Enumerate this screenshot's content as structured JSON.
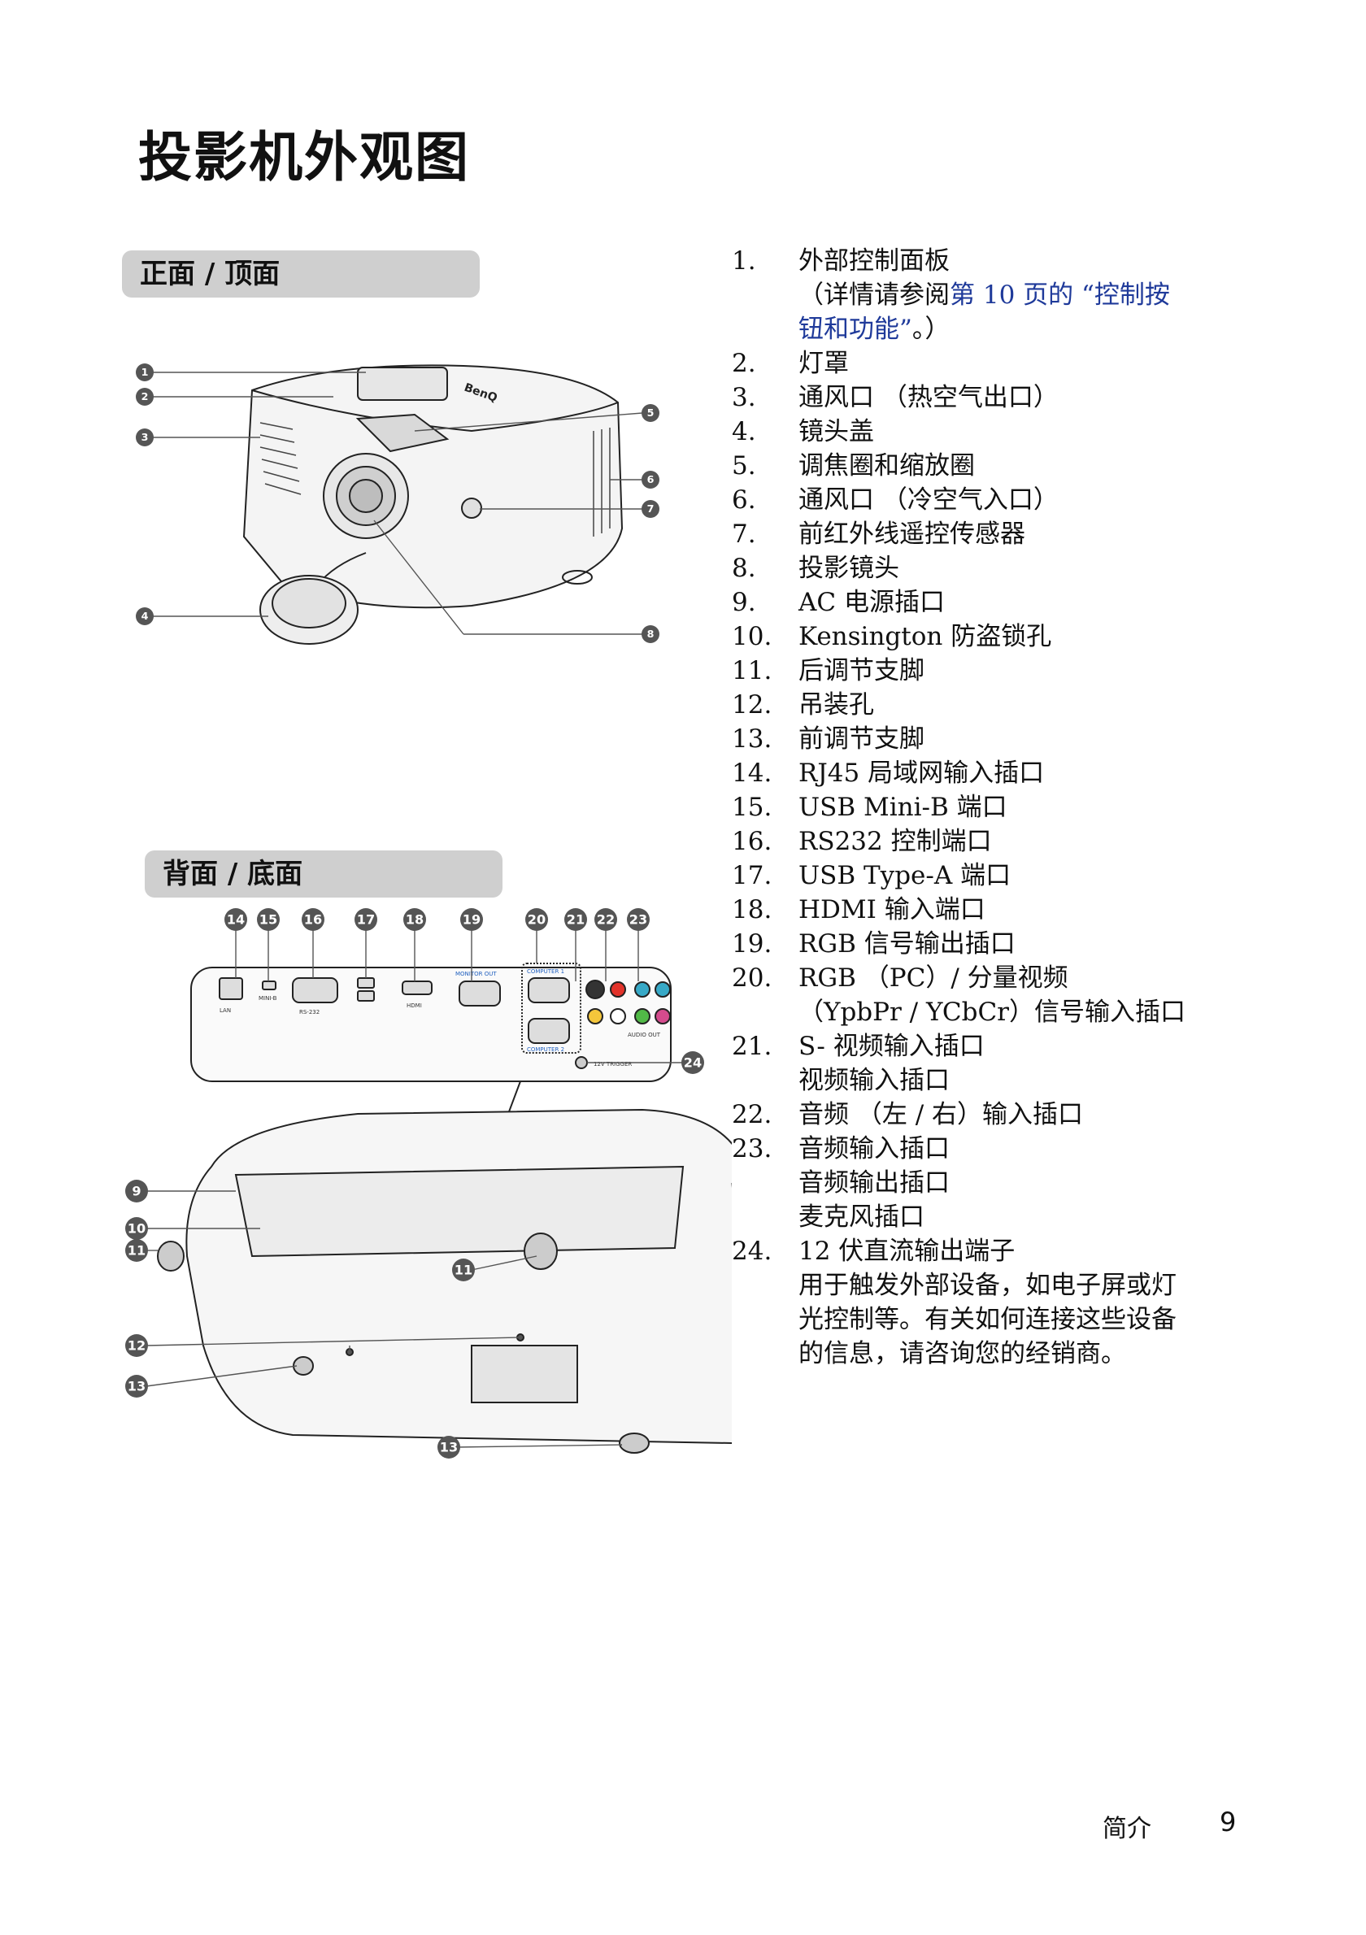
{
  "title": "投影机外观图",
  "sections": {
    "front": "正面 / 顶面",
    "back": "背面 / 底面"
  },
  "callouts": {
    "front": [
      "1",
      "2",
      "3",
      "4",
      "5",
      "6",
      "7",
      "8"
    ],
    "back_top": [
      "14",
      "15",
      "16",
      "17",
      "18",
      "19",
      "20",
      "21",
      "22",
      "23"
    ],
    "back_other": [
      "24",
      "9",
      "10",
      "11",
      "11",
      "12",
      "13",
      "13"
    ]
  },
  "panel_labels": {
    "lan": "LAN",
    "mini_b": "MINI-B",
    "rs232": "RS-232",
    "hdmi": "HDMI",
    "monitor_out": "MONITOR OUT",
    "computer1": "COMPUTER 1",
    "computer2": "COMPUTER 2",
    "audio_out": "AUDIO OUT",
    "trigger": "12V TRIGGER",
    "brand": "BenQ"
  },
  "items": [
    {
      "num": "1.",
      "lines": [
        "外部控制面板"
      ],
      "ref_prefix": "（详情请参阅",
      "ref_link_1": "第 10 页的 “控制按",
      "ref_link_2": "钮和功能”",
      "ref_suffix": "。）"
    },
    {
      "num": "2.",
      "lines": [
        "灯罩"
      ]
    },
    {
      "num": "3.",
      "lines": [
        "通风口 （热空气出口）"
      ]
    },
    {
      "num": "4.",
      "lines": [
        "镜头盖"
      ]
    },
    {
      "num": "5.",
      "lines": [
        "调焦圈和缩放圈"
      ]
    },
    {
      "num": "6.",
      "lines": [
        "通风口 （冷空气入口）"
      ]
    },
    {
      "num": "7.",
      "lines": [
        "前红外线遥控传感器"
      ]
    },
    {
      "num": "8.",
      "lines": [
        "投影镜头"
      ]
    },
    {
      "num": "9.",
      "lines": [
        "AC 电源插口"
      ]
    },
    {
      "num": "10.",
      "lines": [
        "Kensington 防盗锁孔"
      ]
    },
    {
      "num": "11.",
      "lines": [
        "后调节支脚"
      ]
    },
    {
      "num": "12.",
      "lines": [
        "吊装孔"
      ]
    },
    {
      "num": "13.",
      "lines": [
        "前调节支脚"
      ]
    },
    {
      "num": "14.",
      "lines": [
        "RJ45 局域网输入插口"
      ]
    },
    {
      "num": "15.",
      "lines": [
        "USB Mini-B 端口"
      ]
    },
    {
      "num": "16.",
      "lines": [
        "RS232 控制端口"
      ]
    },
    {
      "num": "17.",
      "lines": [
        "USB Type-A 端口"
      ]
    },
    {
      "num": "18.",
      "lines": [
        "HDMI 输入端口"
      ]
    },
    {
      "num": "19.",
      "lines": [
        "RGB 信号输出插口"
      ]
    },
    {
      "num": "20.",
      "lines": [
        "RGB （PC）/ 分量视频",
        "（YpbPr / YCbCr）信号输入插口"
      ]
    },
    {
      "num": "21.",
      "lines": [
        "S- 视频输入插口",
        "视频输入插口"
      ]
    },
    {
      "num": "22.",
      "lines": [
        "音频 （左 / 右）输入插口"
      ]
    },
    {
      "num": "23.",
      "lines": [
        "音频输入插口",
        "音频输出插口",
        "麦克风插口"
      ]
    },
    {
      "num": "24.",
      "lines": [
        "12 伏直流输出端子",
        "用于触发外部设备，如电子屏或灯",
        "光控制等。有关如何连接这些设备",
        "的信息，请咨询您的经销商。"
      ]
    }
  ],
  "footer": {
    "section": "简介",
    "page": "9"
  }
}
